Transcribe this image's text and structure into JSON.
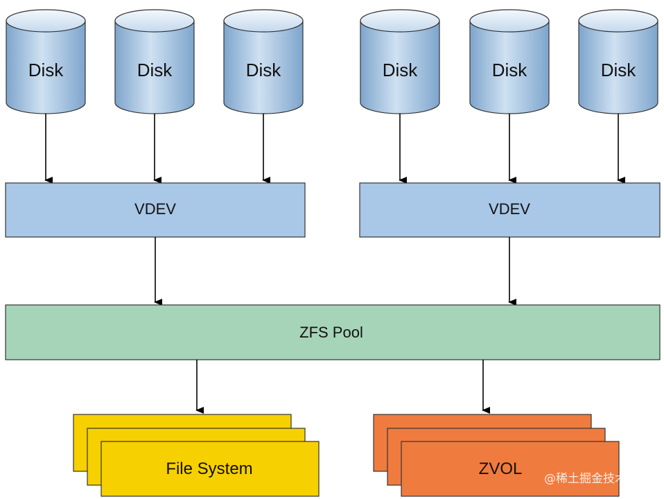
{
  "disks": {
    "label": "Disk",
    "count": 6
  },
  "vdevs": [
    {
      "label": "VDEV"
    },
    {
      "label": "VDEV"
    }
  ],
  "pool": {
    "label": "ZFS Pool"
  },
  "outputs": [
    {
      "label": "File System"
    },
    {
      "label": "ZVOL"
    }
  ],
  "watermark": "@稀土掘金技术社区",
  "colors": {
    "disk_top": "#e8f1fa",
    "disk_body_mid": "#b7d1ea",
    "disk_body_edge": "#7ea5cc",
    "vdev_fill": "#a9c7e6",
    "pool_fill": "#a6d4b8",
    "filesystem_fill": "#f7d000",
    "zvol_fill": "#f07b3f",
    "stroke": "#333333"
  }
}
